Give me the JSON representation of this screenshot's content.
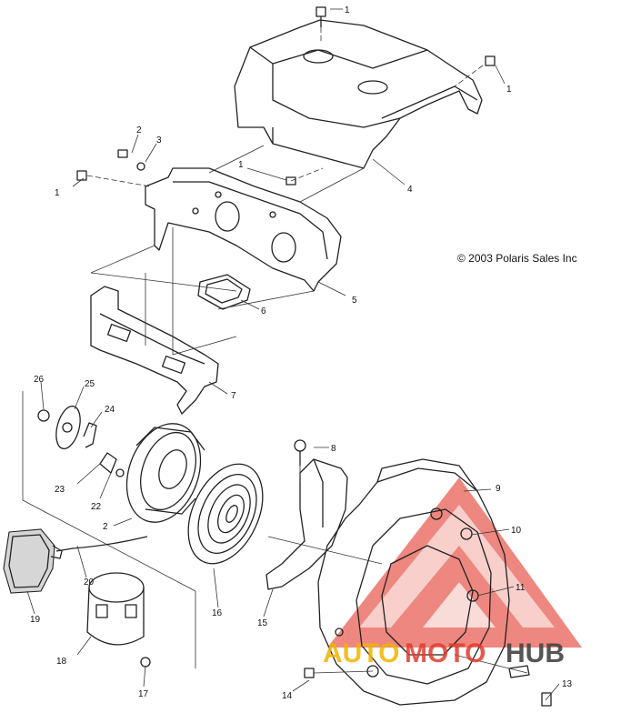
{
  "copyright": "© 2003 Polaris Sales Inc",
  "watermark": {
    "part1": "AUTO",
    "part2": "MOTO",
    "part3": "HUB",
    "color_primary": "#e23b2e",
    "color_secondary": "#f0b400",
    "color_dark": "#333333"
  },
  "callouts": [
    "1",
    "1",
    "1",
    "1",
    "2",
    "3",
    "4",
    "5",
    "6",
    "7",
    "8",
    "9",
    "10",
    "11",
    "13",
    "14",
    "15",
    "16",
    "17",
    "18",
    "19",
    "2",
    "20",
    "22",
    "23",
    "24",
    "25",
    "26"
  ]
}
